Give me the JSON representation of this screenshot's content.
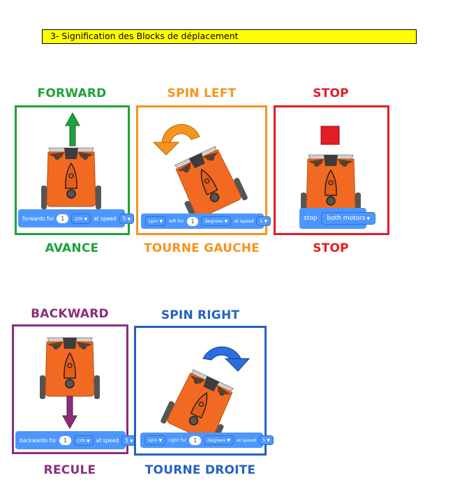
{
  "banner": "3- Signification des Blocks de déplacement",
  "colors": {
    "green": "#1fa23a",
    "orange": "#f7941d",
    "red": "#e31e24",
    "purple": "#8b2e7a",
    "blue": "#2462c4",
    "block_blue": "#4c97ff",
    "robot_orange": "#f26a21"
  },
  "panels": {
    "forward": {
      "title": "FORWARD",
      "subtitle": "AVANCE",
      "block": {
        "text1": "forwards for",
        "value": "1",
        "unit": "cm",
        "text2": "at speed",
        "speed": "5"
      }
    },
    "spin_left": {
      "title": "SPIN LEFT",
      "subtitle": "TOURNE GAUCHE",
      "block": {
        "mode": "spin",
        "dir": "left for",
        "value": "1",
        "unit": "degrees",
        "text2": "at speed",
        "speed": "5"
      }
    },
    "stop": {
      "title": "STOP",
      "subtitle": "STOP",
      "block": {
        "text1": "stop",
        "target": "both motors"
      }
    },
    "backward": {
      "title": "BACKWARD",
      "subtitle": "RECULE",
      "block": {
        "text1": "backwards for",
        "value": "1",
        "unit": "cm",
        "text2": "at speed",
        "speed": "5"
      }
    },
    "spin_right": {
      "title": "SPIN RIGHT",
      "subtitle": "TOURNE DROITE",
      "block": {
        "mode": "spin",
        "dir": "right for",
        "value": "1",
        "unit": "degrees",
        "text2": "at speed",
        "speed": "5"
      }
    }
  },
  "icons": {
    "forward": "up-arrow-icon",
    "spin_left": "counterclockwise-arrow-icon",
    "stop": "stop-square-icon",
    "backward": "down-arrow-icon",
    "spin_right": "clockwise-arrow-icon",
    "robot": "edison-robot-icon"
  }
}
